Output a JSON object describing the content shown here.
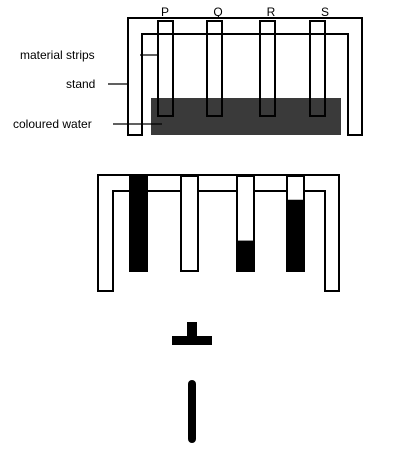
{
  "labels": {
    "material_strips": "material strips",
    "stand": "stand",
    "coloured_water": "coloured water"
  },
  "strips": [
    {
      "id": "P",
      "label": "P",
      "wet_fraction": 1.0
    },
    {
      "id": "Q",
      "label": "Q",
      "wet_fraction": 0.0
    },
    {
      "id": "R",
      "label": "R",
      "wet_fraction": 0.32
    },
    {
      "id": "S",
      "label": "S",
      "wet_fraction": 0.75
    }
  ],
  "colors": {
    "outline": "#000000",
    "water": "#3a3a3a",
    "wet": "#000000",
    "background": "#ffffff"
  },
  "icons": {
    "t_symbol": "t-shaped-symbol",
    "bar_symbol": "vertical-bar-symbol"
  }
}
